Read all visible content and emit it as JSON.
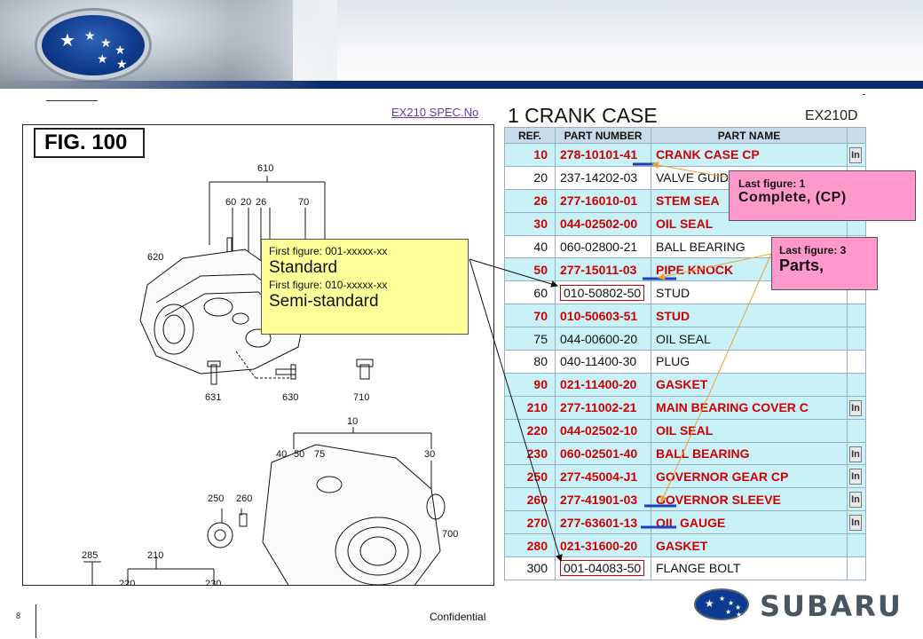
{
  "header": {
    "emblem_icon": "subaru-emblem-icon"
  },
  "figure": {
    "label": "FIG.  100",
    "spec_link": "EX210 SPEC.No",
    "callout_numbers": [
      "610",
      "60",
      "20",
      "26",
      "70",
      "620",
      "631",
      "630",
      "710",
      "10",
      "40",
      "50",
      "75",
      "30",
      "250",
      "260",
      "700",
      "285",
      "210",
      "220",
      "230"
    ]
  },
  "table": {
    "title": "1 CRANK CASE",
    "model": "EX210D",
    "headers": {
      "ref": "REF.",
      "part_number": "PART NUMBER",
      "part_name": "PART NAME"
    },
    "info_button_label": "In",
    "rows": [
      {
        "ref": "10",
        "part_number": "278-10101-41",
        "part_name": "CRANK CASE CP"
      },
      {
        "ref": "20",
        "part_number": "237-14202-03",
        "part_name": "VALVE GUID"
      },
      {
        "ref": "26",
        "part_number": "277-16010-01",
        "part_name": "STEM SEA"
      },
      {
        "ref": "30",
        "part_number": "044-02502-00",
        "part_name": "OIL SEAL"
      },
      {
        "ref": "40",
        "part_number": "060-02800-21",
        "part_name": "BALL BEARING"
      },
      {
        "ref": "50",
        "part_number": "277-15011-03",
        "part_name": "PIPE KNOCK"
      },
      {
        "ref": "60",
        "part_number": "010-50802-50",
        "part_name": "STUD"
      },
      {
        "ref": "70",
        "part_number": "010-50603-51",
        "part_name": "STUD"
      },
      {
        "ref": "75",
        "part_number": "044-00600-20",
        "part_name": "OIL SEAL"
      },
      {
        "ref": "80",
        "part_number": "040-11400-30",
        "part_name": "PLUG"
      },
      {
        "ref": "90",
        "part_number": "021-11400-20",
        "part_name": "GASKET"
      },
      {
        "ref": "210",
        "part_number": "277-11002-21",
        "part_name": "MAIN BEARING COVER C"
      },
      {
        "ref": "220",
        "part_number": "044-02502-10",
        "part_name": "OIL SEAL"
      },
      {
        "ref": "230",
        "part_number": "060-02501-40",
        "part_name": "BALL BEARING"
      },
      {
        "ref": "250",
        "part_number": "277-45004-J1",
        "part_name": "GOVERNOR GEAR CP"
      },
      {
        "ref": "260",
        "part_number": "277-41901-03",
        "part_name": "GOVERNOR SLEEVE"
      },
      {
        "ref": "270",
        "part_number": "277-63601-13",
        "part_name": "OIL GAUGE"
      },
      {
        "ref": "280",
        "part_number": "021-31600-20",
        "part_name": "GASKET"
      },
      {
        "ref": "300",
        "part_number": "001-04083-50",
        "part_name": "FLANGE BOLT"
      }
    ]
  },
  "callouts": {
    "yellow": {
      "line1": "First figure: 001-xxxxx-xx",
      "line2": "Standard",
      "line3": "First figure: 010-xxxxx-xx",
      "line4": "Semi-standard"
    },
    "pink1": {
      "line1": "Last figure: 1",
      "line2": "Complete, (CP)"
    },
    "pink2": {
      "line1": "Last figure: 3",
      "line2": "Parts,"
    }
  },
  "footer": {
    "page_number": "8",
    "confidential": "Confidential",
    "logo_text": "SUBARU",
    "logo_icon": "subaru-logo-icon"
  },
  "colors": {
    "highlight_row": "#c8f2f7",
    "highlight_text": "#d00000",
    "header_blue": "#0a2a6e",
    "callout_yellow": "#ffff99",
    "callout_pink": "#ff99cc"
  }
}
